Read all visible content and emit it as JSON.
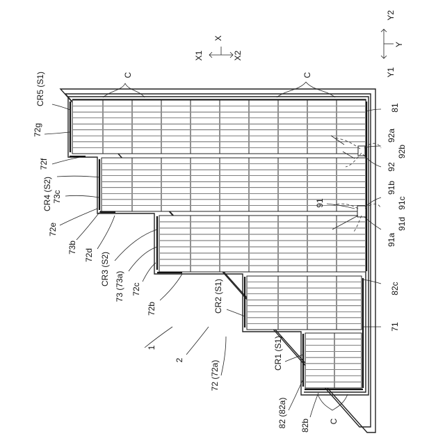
{
  "axes": {
    "x_label": "X",
    "x1_label": "X1",
    "x2_label": "X2",
    "y_label": "Y",
    "y1_label": "Y1",
    "y2_label": "Y2"
  },
  "labels": {
    "c_top_left": "C",
    "c_top_right": "C",
    "c_bottom": "C",
    "cr5": "CR5 (S1)",
    "l72g": "72g",
    "l72f": "72f",
    "cr4": "CR4 (S2)",
    "l73c": "73c",
    "l72e": "72e",
    "l73b": "73b",
    "l72d": "72d",
    "cr3": "CR3 (S2)",
    "l73": "73 (73a)",
    "l72c": "72c",
    "l72b": "72b",
    "l1": "1",
    "l2": "2",
    "l72": "72 (72a)",
    "cr2": "CR2 (S1)",
    "cr1": "CR1 (S1)",
    "l82": "82 (82a)",
    "l82b": "82b",
    "l81": "81",
    "l92a": "92a",
    "l92b": "92b",
    "l92": "92",
    "l91b": "91b",
    "l91c": "91c",
    "l91": "91",
    "l91a": "91a",
    "l91d": "91d",
    "l82c": "82c",
    "l71": "71"
  }
}
